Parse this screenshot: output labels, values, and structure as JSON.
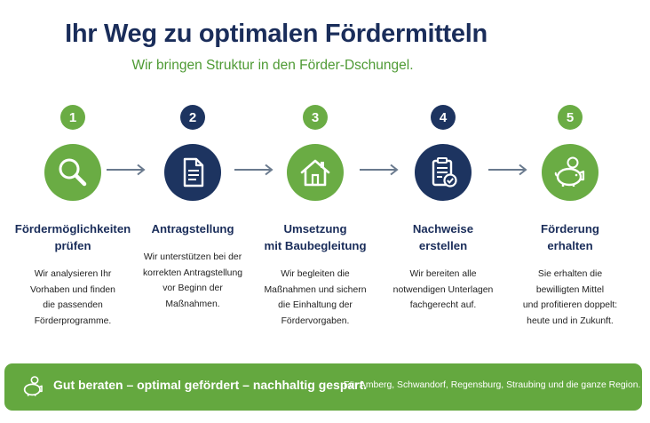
{
  "header": {
    "title": "Ihr Weg zu optimalen Fördermitteln",
    "subtitle": "Wir bringen Struktur in den Förder-Dschungel."
  },
  "colors": {
    "navy": "#1d3460",
    "green": "#6aac44",
    "banner": "#64a83f"
  },
  "steps": [
    {
      "number": "1",
      "icon": "magnifier-icon",
      "title": "Fördermöglichkeiten\nprüfen",
      "description": "Wir analysieren Ihr\nVorhaben und finden\ndie passenden\nFörderprogramme."
    },
    {
      "number": "2",
      "icon": "document-icon",
      "title": "Antragstellung",
      "description": "Wir unterstützen bei der\nkorrekten Antragstellung\nvor Beginn der\nMaßnahmen."
    },
    {
      "number": "3",
      "icon": "house-icon",
      "title": "Umsetzung\nmit Baubegleitung",
      "description": "Wir begleiten die\nMaßnahmen und sichern\ndie Einhaltung der\nFördervorgaben."
    },
    {
      "number": "4",
      "icon": "checklist-icon",
      "title": "Nachweise\nerstellen",
      "description": "Wir bereiten alle\nnotwendigen Unterlagen\nfachgerecht auf."
    },
    {
      "number": "5",
      "icon": "piggy-bank-icon",
      "title": "Förderung\nerhalten",
      "description": "Sie erhalten die\nbewilligten Mittel\nund profitieren doppelt:\nheute und in Zukunft."
    }
  ],
  "banner": {
    "icon": "piggy-bank-icon",
    "slogan": "Gut beraten – optimal gefördert – nachhaltig gespart.",
    "region": "Für Amberg, Schwandorf, Regensburg, Straubing und die ganze Region."
  }
}
